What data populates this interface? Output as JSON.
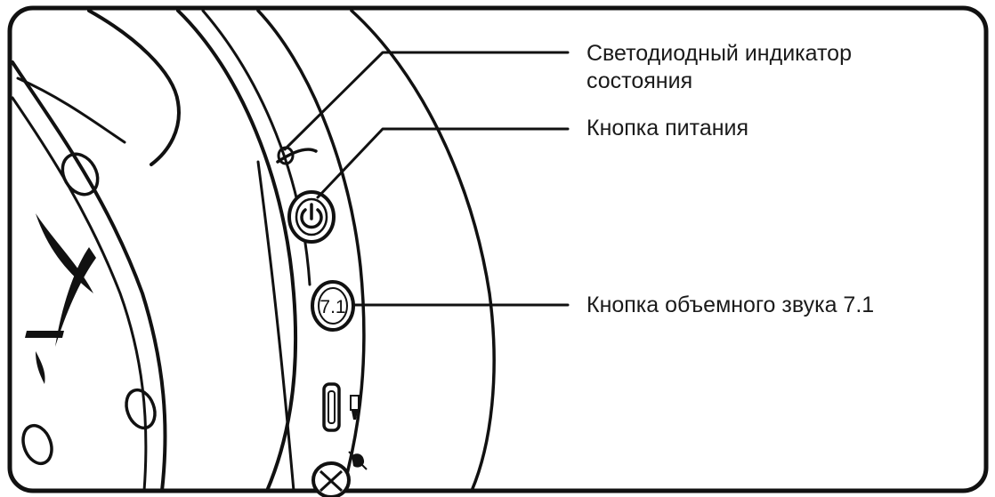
{
  "labels": {
    "led_line1": "Светодиодный индикатор",
    "led_line2": "состояния",
    "power": "Кнопка питания",
    "surround": "Кнопка объемного звука 7.1"
  },
  "button_surround_text": "7.1",
  "icons": {
    "power_button": "power-icon",
    "led": "led-indicator-icon",
    "usb_port": "usb-port-icon",
    "mic_mute": "mic-icon",
    "logo": "hyperx-logo-icon"
  },
  "colors": {
    "line": "#111111",
    "text": "#1a1a1a",
    "background": "#ffffff"
  }
}
